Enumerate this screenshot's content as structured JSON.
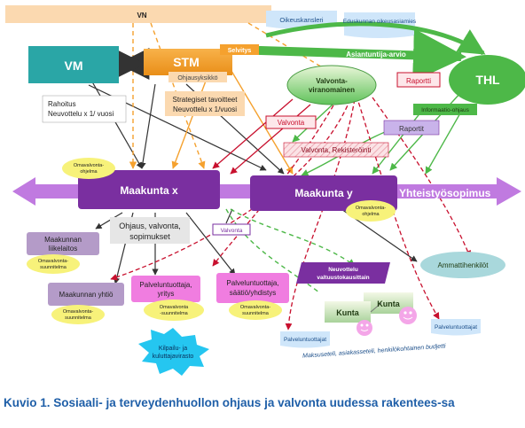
{
  "diagram": {
    "vn": "VN",
    "oikeuskansleri": "Oikeuskansleri",
    "eduskunnan_oikeusasiamies": "Eduskunnan oikeusasiamies",
    "vm": "VM",
    "stm": "STM",
    "selvitys": "Selvitys",
    "ohjausyksikko": "Ohjausyksikkö",
    "asiantuntija_arvio": "Asiantuntija-arvio",
    "thl": "THL",
    "valvontaviranomainen_1": "Valvonta-",
    "valvontaviranomainen_2": "viranomainen",
    "raportti": "Raportti",
    "informaatio_ohjaus": "Informaatio-ohjaus",
    "raportit": "Raportit",
    "rahoitus_1": "Rahoitus",
    "rahoitus_2": "Neuvottelu x 1/ vuosi",
    "strategiset_1": "Strategiset tavoitteet",
    "strategiset_2": "Neuvottelu x 1/vuosi",
    "valvonta_red": "Valvonta",
    "valvonta_rekisterointi": "Valvonta, Rekisteröinti",
    "omavalvontaohjelma_1": "Omavalvonta-",
    "omavalvontaohjelma_2": "ohjelma",
    "maakunta_x": "Maakunta x",
    "maakunta_y": "Maakunta y",
    "yhteistyosopimus": "Yhteistyösopimus",
    "ohjaus_1": "Ohjaus, valvonta,",
    "ohjaus_2": "sopimukset",
    "valvonta_small": "Valvonta",
    "maakunnan_liikelaitos_1": "Maakunnan",
    "maakunnan_liikelaitos_2": "liikelaitos",
    "omavalvontasuunnitelma_1": "Omavalvonta-",
    "omavalvontasuunnitelma_2": "suunnitelma",
    "maakunnan_yhtio": "Maakunnan yhtiö",
    "palveluntuottaja_yritys_1": "Palveluntuottaja,",
    "palveluntuottaja_yritys_2": "yritys",
    "palveluntuottaja_saatio_1": "Palveluntuottaja,",
    "palveluntuottaja_saatio_2": "säätiö/yhdistys",
    "omavalvonta_suunnitelma_dash_1": "Omavalvonta",
    "omavalvonta_suunnitelma_dash_2": "-suunnitelma",
    "neuvottelu_1": "Neuvottelu",
    "neuvottelu_2": "valtuustokausittain",
    "kunta": "Kunta",
    "ammattihenkilot": "Ammattihenkilöt",
    "kilpailu_1": "Kilpailu- ja",
    "kilpailu_2": "kuluttajavirasto",
    "palveluntuottajat": "Palveluntuottajat",
    "maksuseteli": "Maksuseteli, asiakasseteli, henkilökohtainen budjetti"
  },
  "caption": "Kuvio 1. Sosiaali- ja terveydenhuollon ohjaus ja valvonta uudessa rakentees-sa",
  "colors": {
    "teal": "#2aa6a6",
    "orange": "#f5a12e",
    "green": "#4db848",
    "purple": "#7a2fa0",
    "light_purple": "#c07ae0",
    "yellow": "#f7f27a",
    "pink": "#f07de0",
    "red": "#c8102e",
    "caption_blue": "#1f5fa8"
  }
}
